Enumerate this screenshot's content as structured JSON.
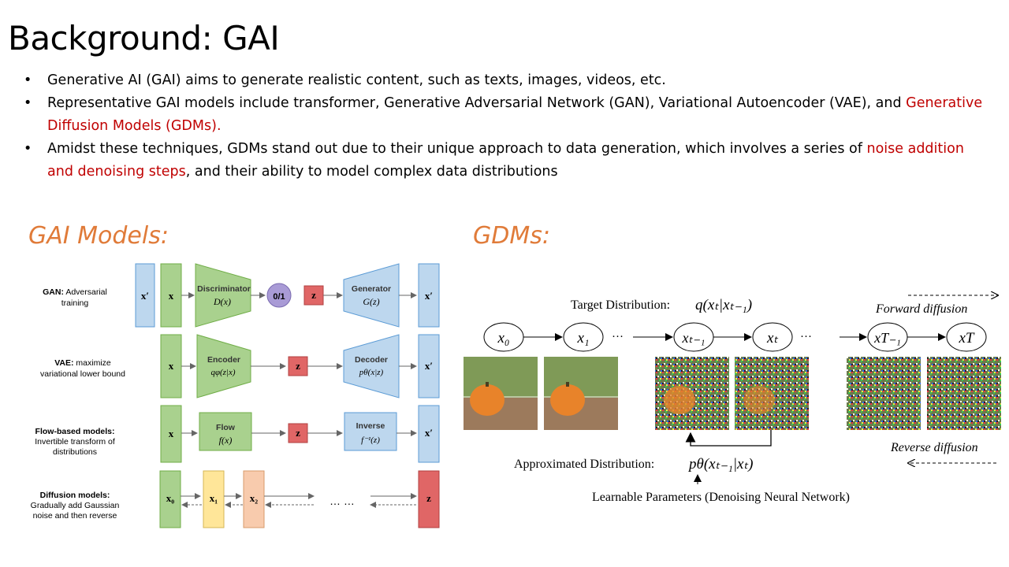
{
  "title": "Background: GAI",
  "bullets": [
    {
      "parts": [
        {
          "text": "Generative AI (GAI) aims to generate realistic content, such as texts, images, videos, etc.",
          "highlight": false
        }
      ]
    },
    {
      "parts": [
        {
          "text": "Representative GAI models include transformer, Generative Adversarial Network (GAN), Variational Autoencoder (VAE), and ",
          "highlight": false
        },
        {
          "text": "Generative Diffusion Models (GDMs).",
          "highlight": true
        }
      ]
    },
    {
      "parts": [
        {
          "text": "Amidst these techniques, GDMs stand out due to their unique approach to data generation, which involves a series of ",
          "highlight": false
        },
        {
          "text": "noise addition and denoising steps",
          "highlight": true
        },
        {
          "text": ", and their ability to model complex data distributions",
          "highlight": false
        }
      ]
    }
  ],
  "gai_models": {
    "heading": "GAI Models:",
    "rows": [
      {
        "label_bold": "GAN:",
        "label_rest": " Adversarial",
        "label_line2": "training",
        "label_line3": ""
      },
      {
        "label_bold": "VAE:",
        "label_rest": " maximize",
        "label_line2": "variational lower bound",
        "label_line3": ""
      },
      {
        "label_bold": "Flow-based models:",
        "label_rest": "",
        "label_line2": "Invertible transform of",
        "label_line3": "distributions"
      },
      {
        "label_bold": "Diffusion models:",
        "label_rest": "",
        "label_line2": "Gradually add Gaussian",
        "label_line3": "noise and then reverse"
      }
    ],
    "blocks": {
      "discriminator": "Discriminator",
      "discriminator_fn": "D(x)",
      "generator": "Generator",
      "generator_fn": "G(z)",
      "output_01": "0/1",
      "encoder": "Encoder",
      "encoder_fn": "qφ(z|x)",
      "decoder": "Decoder",
      "decoder_fn": "pθ(x|z)",
      "flow": "Flow",
      "flow_fn": "f(x)",
      "inverse": "Inverse",
      "inverse_fn": "f⁻¹(z)",
      "x": "x",
      "x_prime": "x′",
      "z": "z",
      "x0": "x₀",
      "x1": "x₁",
      "x2": "x₂",
      "dots": "… …"
    },
    "colors": {
      "green": "#a9d18e",
      "blue": "#bdd7ee",
      "red": "#e06666",
      "purple": "#a99bd6",
      "yellow": "#ffe699",
      "orange": "#f8cbad"
    }
  },
  "gdms": {
    "heading": "GDMs:",
    "target_label": "Target Distribution:",
    "target_formula": "q(xₜ|xₜ₋₁)",
    "forward_label": "Forward diffusion",
    "reverse_label": "Reverse diffusion",
    "nodes": [
      "x₀",
      "x₁",
      "xₜ₋₁",
      "xₜ",
      "xT₋₁",
      "xT"
    ],
    "ellipsis": "···",
    "approx_label": "Approximated  Distribution:",
    "approx_formula": "pθ(xₜ₋₁|xₜ)",
    "learnable_label": "Learnable Parameters (Denoising Neural Network)",
    "noise_levels": [
      0,
      0.05,
      0.55,
      0.7,
      1,
      1
    ]
  }
}
